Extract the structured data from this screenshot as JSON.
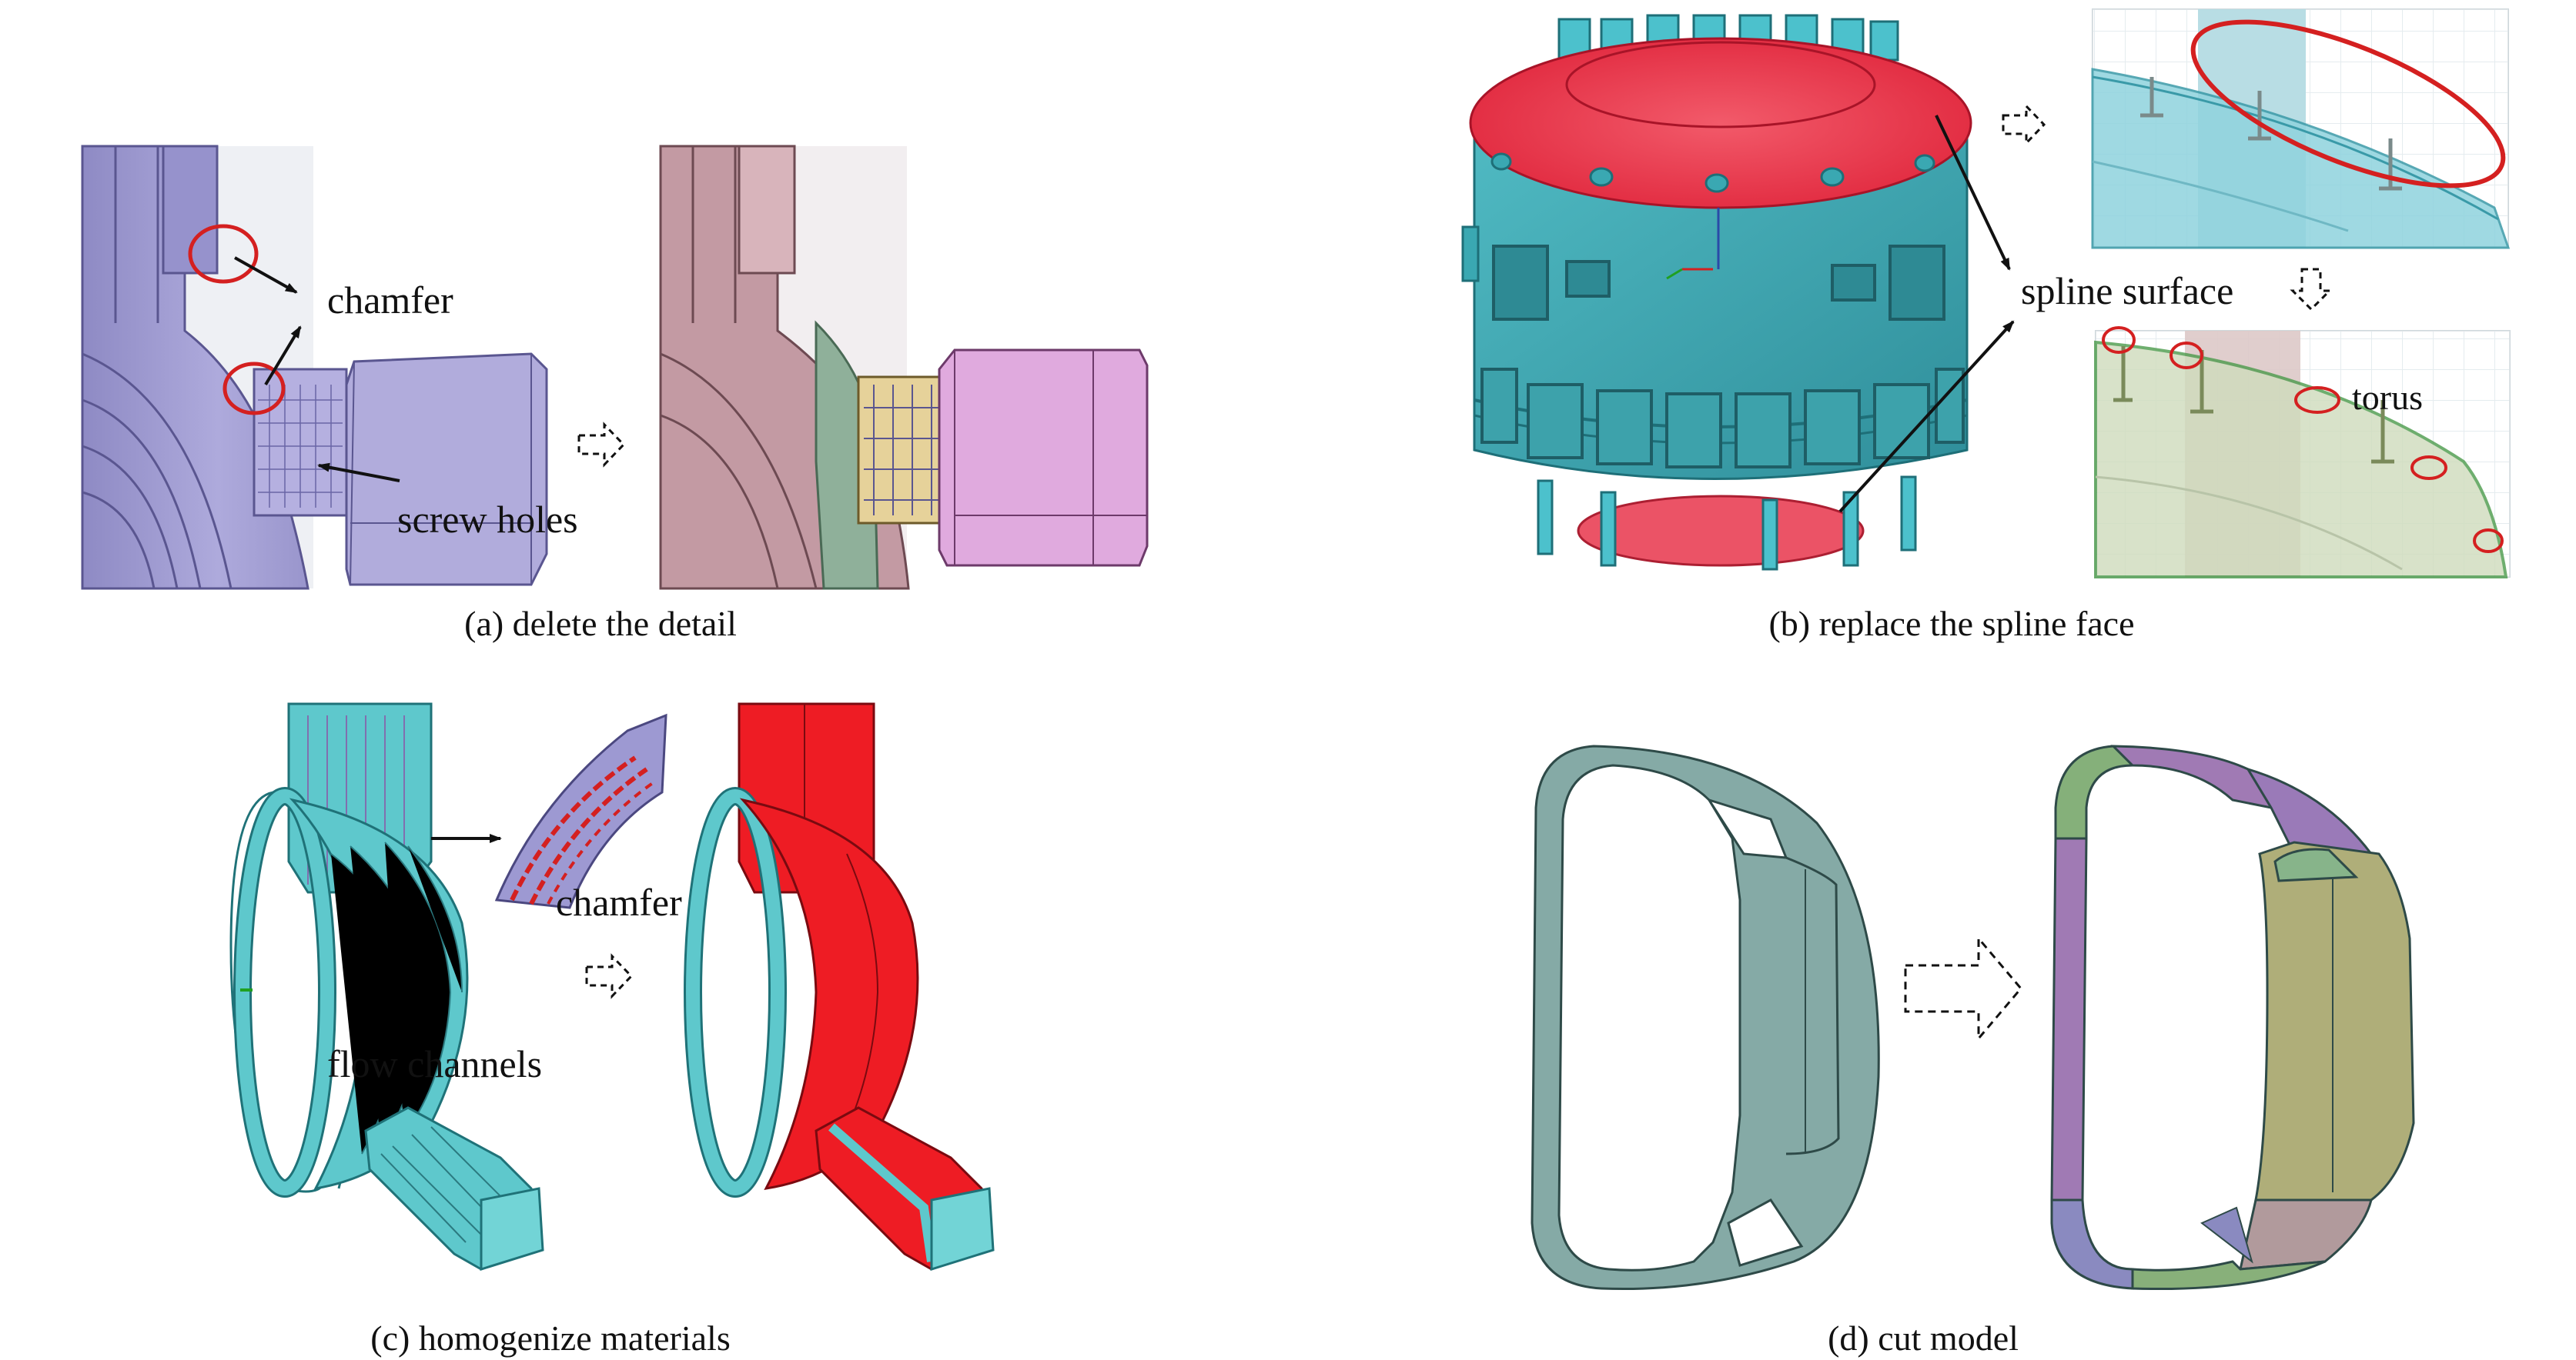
{
  "panels": {
    "a": {
      "caption": "(a) delete the detail",
      "labels": {
        "chamfer": "chamfer",
        "screw_holes": "screw holes"
      }
    },
    "b": {
      "caption": "(b) replace the spline face",
      "labels": {
        "spline_surface": "spline surface",
        "torus": "torus"
      }
    },
    "c": {
      "caption": "(c) homogenize materials",
      "labels": {
        "chamfer": "chamfer",
        "flow_channels": "flow channels"
      }
    },
    "d": {
      "caption": "(d) cut model"
    }
  },
  "colors": {
    "lavender": "#a8a4d8",
    "pink_mauve": "#c9a0a8",
    "magenta_light": "#e3aee3",
    "teal": "#5cc6cc",
    "red": "#ee1c24",
    "slate_teal": "#84aaa6",
    "olive": "#aeb07a",
    "purple": "#a07cb8",
    "annotation_red": "#d42020"
  }
}
